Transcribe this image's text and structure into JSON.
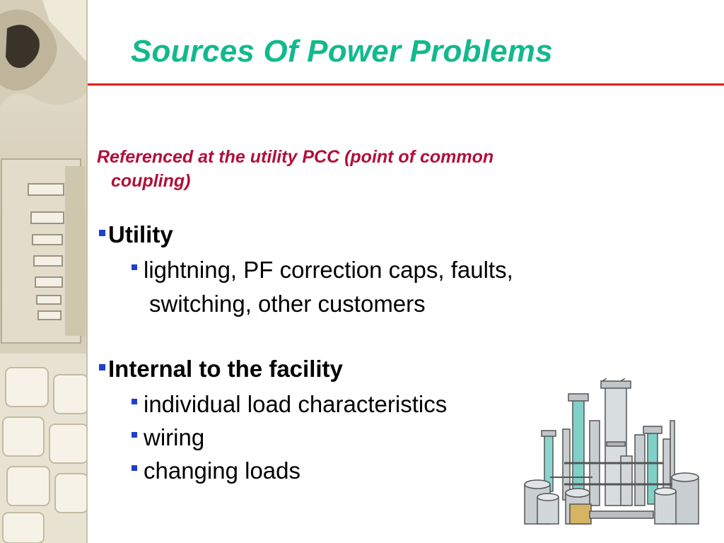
{
  "slide": {
    "title": "Sources Of Power Problems",
    "subtitle_line1": "Referenced at the utility PCC (point of common",
    "subtitle_line2": "coupling)",
    "sections": [
      {
        "heading": "Utility",
        "items": [
          {
            "line1": "lightning, PF correction caps, faults,",
            "line2": "switching, other customers"
          }
        ]
      },
      {
        "heading": "Internal to the facility",
        "items": [
          {
            "line1": "individual load characteristics"
          },
          {
            "line1": "wiring"
          },
          {
            "line1": "changing loads"
          }
        ]
      }
    ]
  },
  "colors": {
    "title": "#13b98e",
    "rule": "#e0201b",
    "subtitle": "#b0103a",
    "bullet": "#1e3fd0",
    "body_text": "#000000"
  },
  "icons": {
    "sidebar_image": "computer-keyboard-photo",
    "clipart": "industrial-plant-clipart"
  }
}
